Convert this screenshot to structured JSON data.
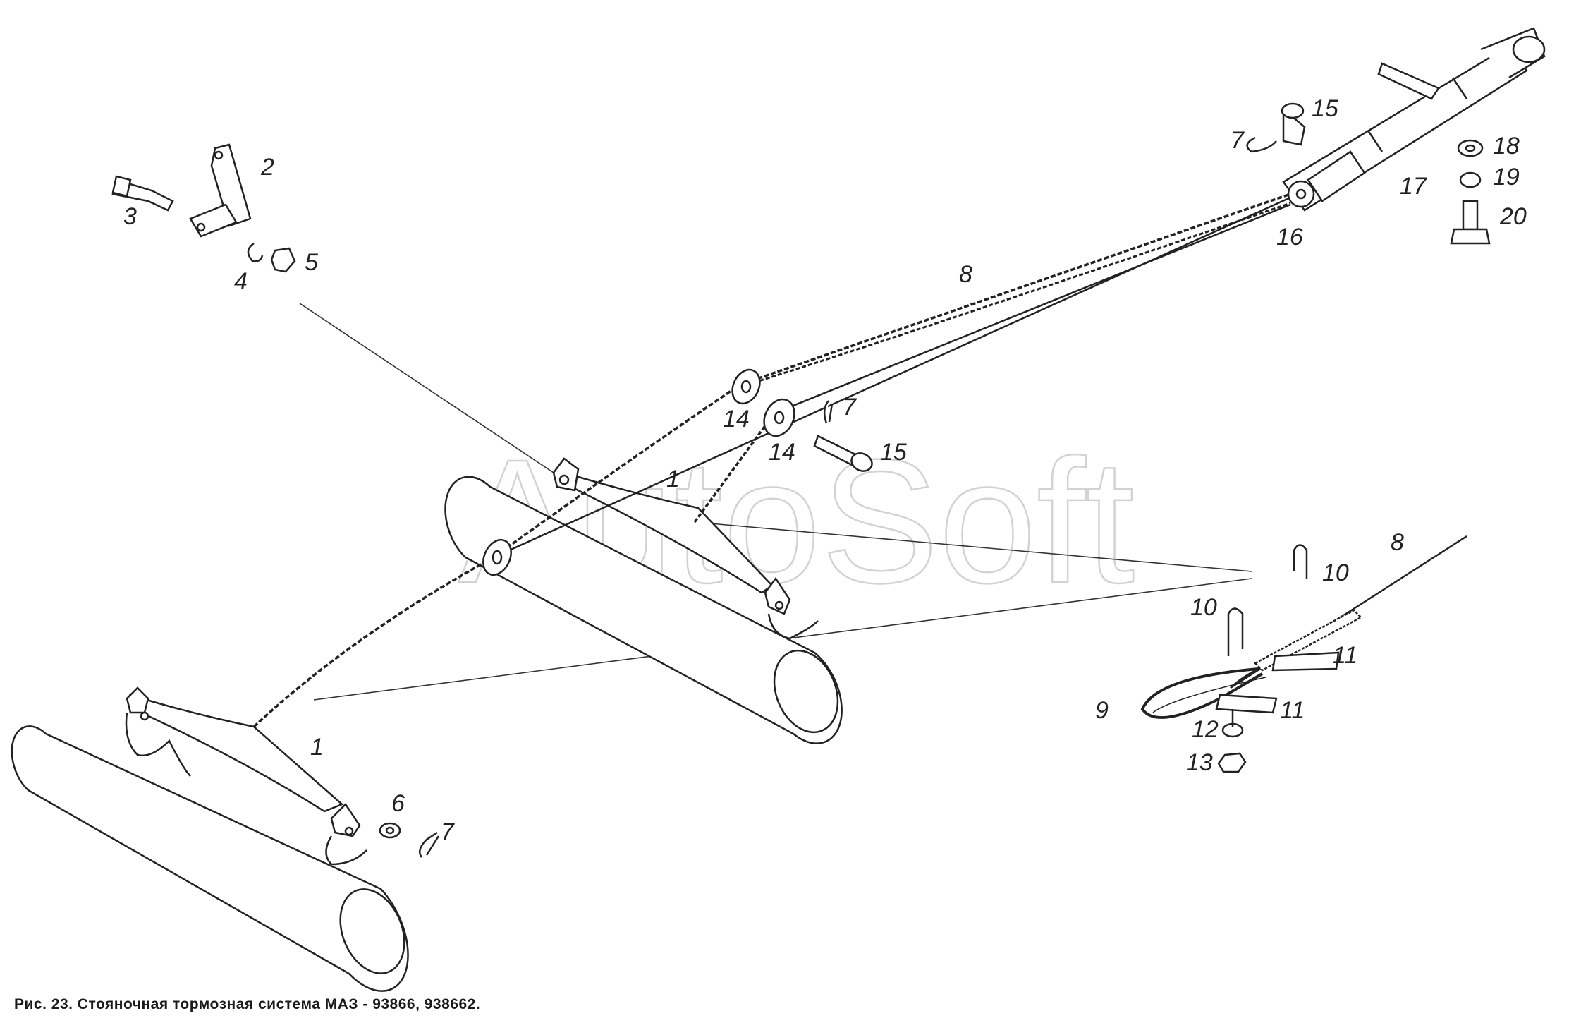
{
  "watermark": "AutoSoft",
  "caption": "Рис. 23. Стояночная тормозная система МАЗ - 93866, 938662.",
  "labels": {
    "l1a": "1",
    "l1b": "1",
    "l2": "2",
    "l3": "3",
    "l4": "4",
    "l5": "5",
    "l6": "6",
    "l7a": "7",
    "l7b": "7",
    "l7c": "7",
    "l8a": "8",
    "l8b": "8",
    "l9": "9",
    "l10a": "10",
    "l10b": "10",
    "l11a": "11",
    "l11b": "11",
    "l12": "12",
    "l13": "13",
    "l14a": "14",
    "l14b": "14",
    "l15a": "15",
    "l15b": "15",
    "l16": "16",
    "l17": "17",
    "l18": "18",
    "l19": "19",
    "l20": "20"
  }
}
